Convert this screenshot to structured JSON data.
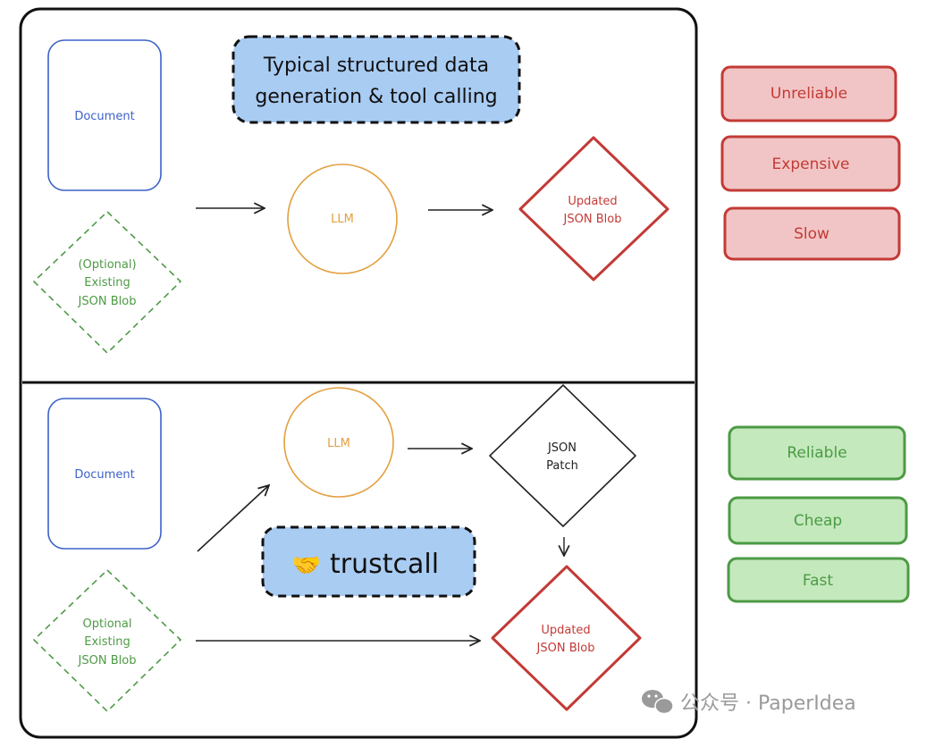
{
  "top": {
    "title_line1": "Typical structured data",
    "title_line2": "generation & tool calling",
    "document": "Document",
    "optional_line1": "(Optional)",
    "optional_line2": "Existing",
    "optional_line3": "JSON Blob",
    "llm": "LLM",
    "output_line1": "Updated",
    "output_line2": "JSON Blob"
  },
  "bottom": {
    "document": "Document",
    "optional_line1": "Optional",
    "optional_line2": "Existing",
    "optional_line3": "JSON Blob",
    "llm": "LLM",
    "patch_line1": "JSON",
    "patch_line2": "Patch",
    "brand_emoji": "🤝",
    "brand": "trustcall",
    "output_line1": "Updated",
    "output_line2": "JSON Blob"
  },
  "top_tags": [
    "Unreliable",
    "Expensive",
    "Slow"
  ],
  "bottom_tags": [
    "Reliable",
    "Cheap",
    "Fast"
  ],
  "watermark": "公众号 · PaperIdea",
  "colors": {
    "blue": "#3d62c8",
    "green": "#4d9a45",
    "orange": "#e3a040",
    "red": "#c33a36",
    "red_fill": "#f1c5c5",
    "green_fill": "#c3e9bc",
    "title_fill": "#a9ccf3"
  }
}
